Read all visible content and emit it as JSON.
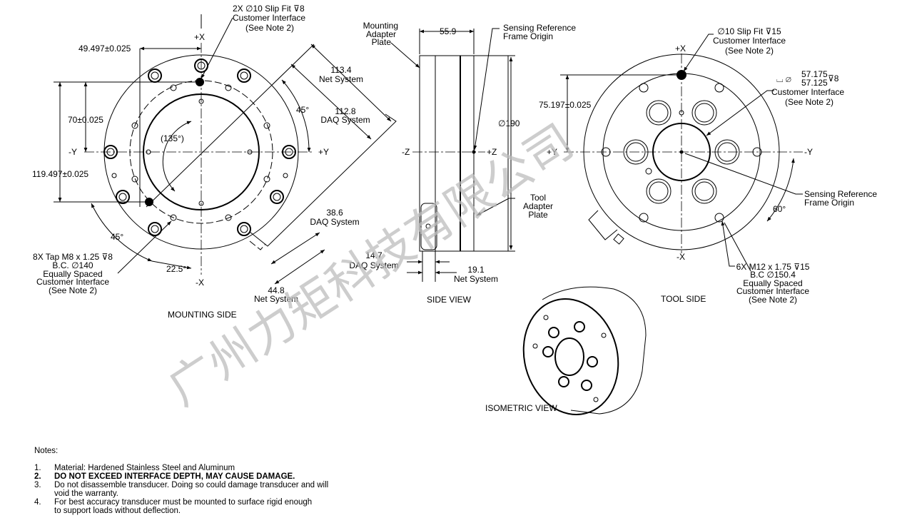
{
  "watermark": "广州力矩科技有限公司",
  "mounting_side": {
    "title": "MOUNTING SIDE",
    "axis": {
      "px": "+X",
      "nx": "-X",
      "py": "+Y",
      "ny": "-Y"
    },
    "dims": {
      "d1": "49.497±0.025",
      "d2": "70±0.025",
      "d3": "119.497±0.025",
      "angle_ref": "(135°)",
      "angle45a": "45°",
      "angle45b": "45°",
      "angle225": "22.5°"
    },
    "callout_top": [
      "2X ∅10 Slip Fit ⊽8",
      "Customer Interface",
      "(See Note 2)"
    ],
    "callout_bottom": [
      "8X Tap M8 x 1.25 ⊽8",
      "B.C. ∅140",
      "Equally Spaced",
      "Customer Interface",
      "(See Note 2)"
    ],
    "net_system_1": [
      "113.4",
      "Net System"
    ],
    "daq_system_1": [
      "112.8",
      "DAQ System"
    ],
    "daq_system_2": [
      "38.6",
      "DAQ System"
    ],
    "net_system_2": [
      "44.8",
      "Net System"
    ]
  },
  "side_view": {
    "title": "SIDE VIEW",
    "mounting_plate": [
      "Mounting",
      "Adapter",
      "Plate"
    ],
    "width_dim": "55.9",
    "sensing_origin": [
      "Sensing Reference",
      "Frame Origin"
    ],
    "diameter": "∅190",
    "axis": {
      "nz": "-Z",
      "pz": "+Z"
    },
    "tool_plate": [
      "Tool",
      "Adapter",
      "Plate"
    ],
    "daq": [
      "14.7",
      "DAQ System"
    ],
    "net": [
      "19.1",
      "Net System"
    ]
  },
  "tool_side": {
    "title": "TOOL SIDE",
    "axis": {
      "px": "+X",
      "nx": "-X",
      "py": "+Y",
      "ny": "-Y"
    },
    "callout_top": [
      "∅10 Slip Fit ⊽15",
      "Customer Interface",
      "(See Note 2)"
    ],
    "bore": {
      "symbol": "⌴ ∅",
      "upper": "57.175",
      "lower": "57.125",
      "depth": "⊽8",
      "lines": [
        "Customer Interface",
        "(See Note 2)"
      ]
    },
    "dim": "75.197±0.025",
    "sensing_origin": [
      "Sensing Reference",
      "Frame Origin"
    ],
    "angle": "60°",
    "callout_bottom": [
      "6X M12 x 1.75 ⊽15",
      "B.C ∅150.4",
      "Equally Spaced",
      "Customer Interface",
      "(See Note 2)"
    ]
  },
  "isometric": {
    "title": "ISOMETRIC VIEW"
  },
  "notes": {
    "heading": "Notes:",
    "items": [
      {
        "num": "1.",
        "text": "Material: Hardened Stainless Steel and Aluminum",
        "bold": false
      },
      {
        "num": "2.",
        "text": "DO NOT EXCEED INTERFACE DEPTH, MAY CAUSE DAMAGE.",
        "bold": true
      },
      {
        "num": "3.",
        "text": "Do not disassemble transducer. Doing so could damage transducer and will",
        "cont": "void the warranty.",
        "bold": false
      },
      {
        "num": "4.",
        "text": "For best accuracy transducer must be mounted to surface rigid enough",
        "cont": "to support loads without deflection.",
        "bold": false
      }
    ]
  }
}
